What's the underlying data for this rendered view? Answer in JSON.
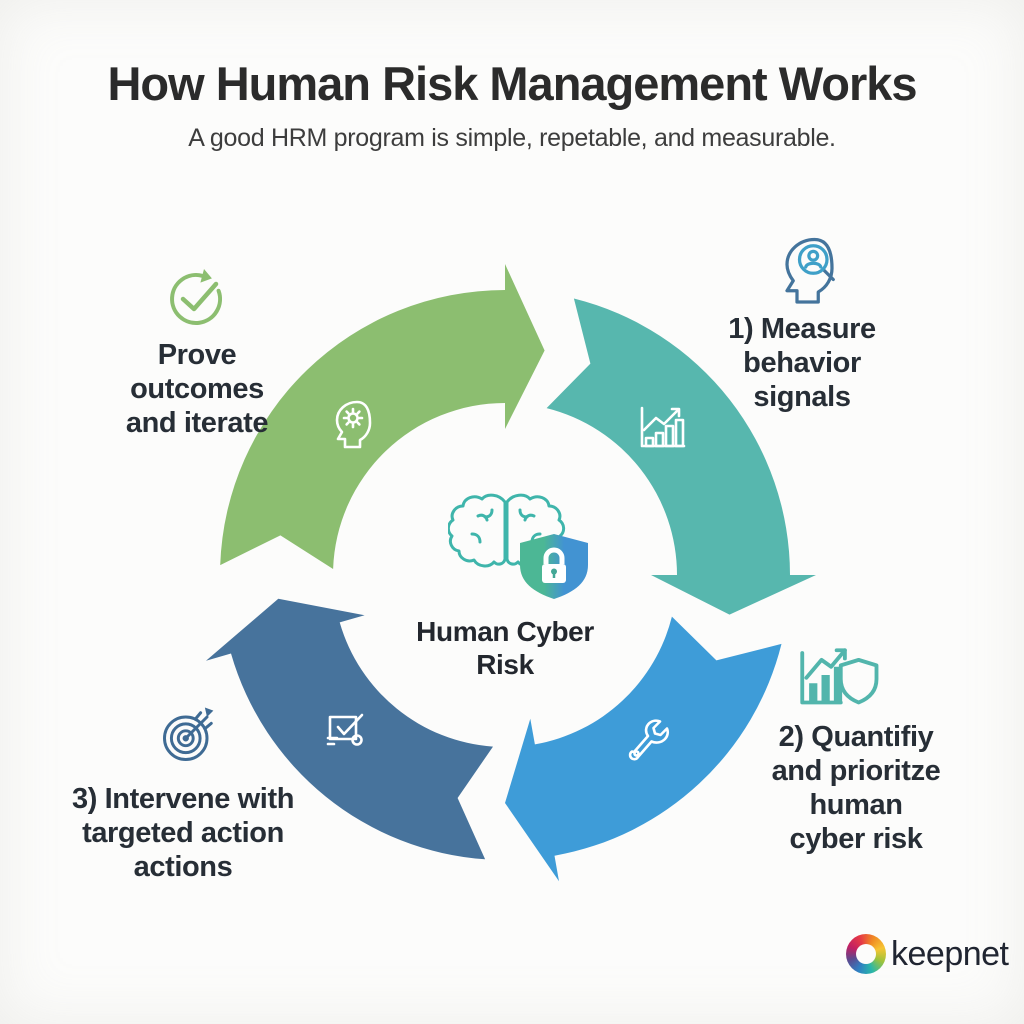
{
  "header": {
    "title": "How Human Risk Management Works",
    "subtitle": "A good HRM program is simple, repetable, and measurable."
  },
  "center": {
    "icon": "brain-shield-lock-icon",
    "label_lines": [
      "Human Cyber",
      "Risk"
    ]
  },
  "stages": [
    {
      "name": "measure",
      "label_lines": [
        "1) Measure",
        "behavior",
        "signals"
      ],
      "color": "#57b7ae",
      "icon_color": "#44749c",
      "icon_accent": "#3fa0c8",
      "side_icon": "head-magnifier-icon",
      "arc_icon": "bar-chart-growth-icon"
    },
    {
      "name": "quantify",
      "label_lines": [
        "2) Quantifiy",
        "and prioritze",
        "human",
        "cyber risk"
      ],
      "color": "#3e9cd8",
      "icon_color": "#52b5ac",
      "side_icon": "chart-shield-icon",
      "arc_icon": "wrench-icon"
    },
    {
      "name": "intervene",
      "label_lines": [
        "3) Intervene with",
        "targeted action",
        "actions"
      ],
      "color": "#47739c",
      "icon_color": "#3f6b94",
      "side_icon": "target-arrow-icon",
      "arc_icon": "checklist-icon"
    },
    {
      "name": "prove",
      "label_lines": [
        "Prove",
        "outcomes",
        "and iterate"
      ],
      "color": "#8cbe70",
      "icon_color": "#8cbe70",
      "side_icon": "check-cycle-icon",
      "arc_icon": "head-idea-icon"
    }
  ],
  "colors": {
    "background": "#fcfcfb",
    "title_text": "#2b2b2b",
    "label_text": "#272e36",
    "brain": "#3fb5ab",
    "shield_left": "#4cb795",
    "shield_right": "#4293d2",
    "lock": "#ffffff",
    "keyhole": "#43a796",
    "arc_icon_stroke": "#ffffff",
    "logo_petals": [
      "#e63a46",
      "#f08a24",
      "#f6c433",
      "#9dc33c",
      "#2ab7a9",
      "#2f80c3",
      "#5b4a8f",
      "#c21f63"
    ]
  },
  "footer": {
    "brand": "keepnet"
  }
}
